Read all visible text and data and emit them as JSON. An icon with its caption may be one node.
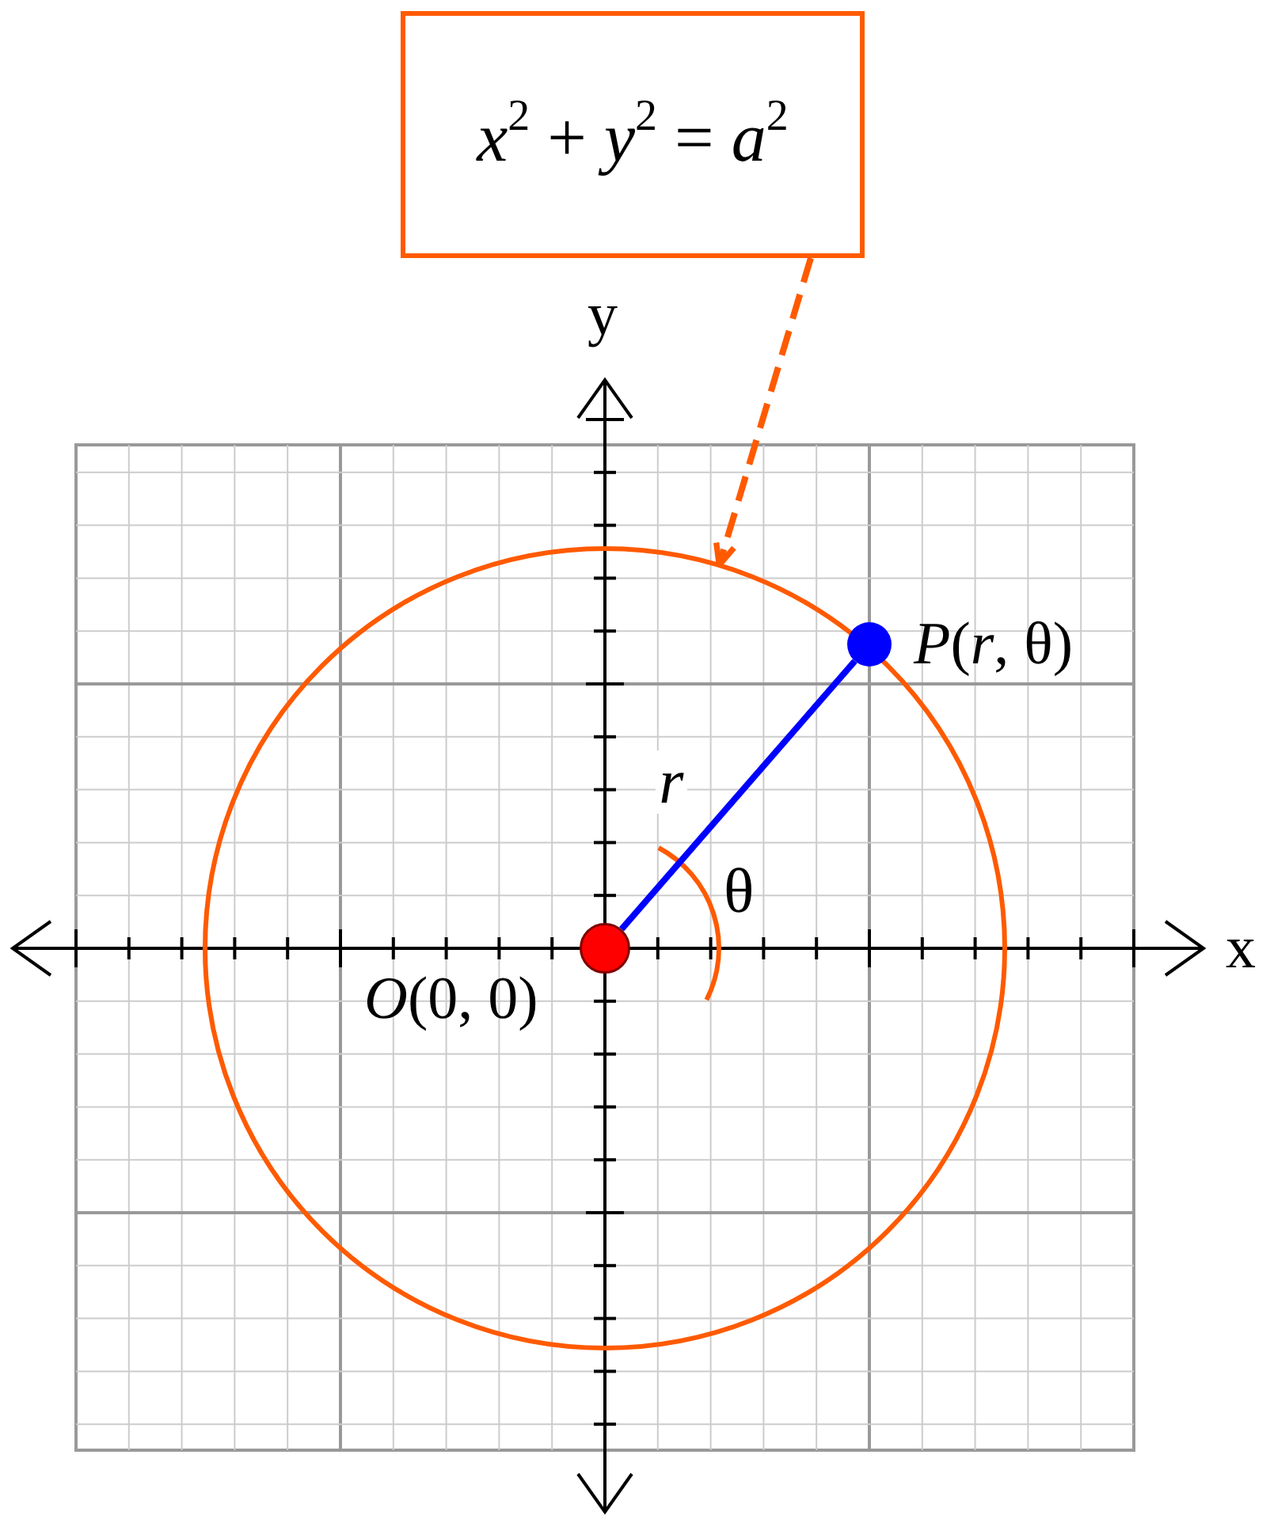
{
  "diagram": {
    "nodes": [
      {
        "text": [
          "*x*$^{2}$ + *y*$^{2}$ = *a*$^{2}$"
        ]
      },
      {
        "text": [],
        "shape": "circle"
      },
      {
        "text": [],
        "shape": "circle",
        "in": 1
      },
      {
        "text": [],
        "shape": "circle",
        "in": 1
      }
    ],
    "edges": [
      {
        "from": 0,
        "to": 1,
        "arrow": "to",
        "style": "dashed",
        "color": "#ff5a00"
      },
      {
        "from": 2,
        "to": 3,
        "arrow": "none",
        "label": "r",
        "color": "#0000ff"
      }
    ],
    "labels": [
      "y",
      "*P*(*r*, θ)",
      "θ",
      "x",
      "*O*(0, 0)"
    ]
  }
}
